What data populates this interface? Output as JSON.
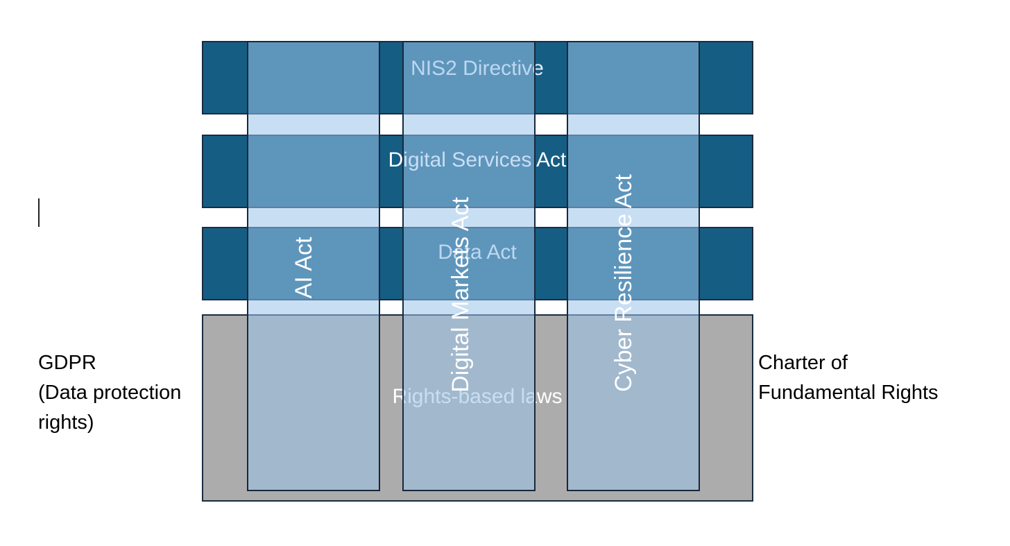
{
  "diagram": {
    "bands": [
      {
        "id": "nis2",
        "label": "NIS2 Directive"
      },
      {
        "id": "dsa",
        "label": "Digital Services Act"
      },
      {
        "id": "data-act",
        "label": "Data Act"
      },
      {
        "id": "rights",
        "label": "Rights-based laws"
      }
    ],
    "pillars": [
      {
        "id": "ai-act",
        "label": "AI Act"
      },
      {
        "id": "dma",
        "label": "Digital Markets Act"
      },
      {
        "id": "cra",
        "label": "Cyber Resilience Act"
      }
    ],
    "left_note": {
      "line1": "GDPR",
      "line2": "(Data protection",
      "line3": "rights)"
    },
    "right_note": {
      "line1": "Charter of",
      "line2": "Fundamental Rights"
    }
  },
  "colors": {
    "dark_band": "#165d84",
    "gray_band": "#acacac",
    "pillar_fill": "#9ac2e9",
    "outline": "#1a2b40"
  }
}
